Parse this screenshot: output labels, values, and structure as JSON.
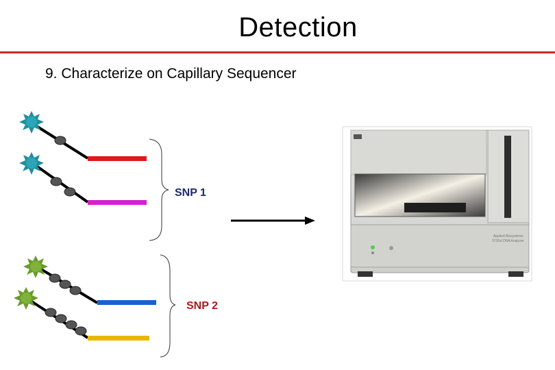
{
  "slide": {
    "title": "Detection",
    "step": "9. Characterize on Capillary Sequencer"
  },
  "groups": [
    {
      "label": "SNP 1",
      "label_color": "#1f2a6b",
      "dye_color": "#1f8fa0",
      "bar_colors": [
        "#e0181c",
        "#d61fcf"
      ]
    },
    {
      "label": "SNP 2",
      "label_color": "#b0181c",
      "dye_color": "#6a9b2a",
      "bar_colors": [
        "#1c5fd6",
        "#e8b800"
      ]
    }
  ],
  "instrument": {
    "name": "capillary-sequencer-photo",
    "brand_text": "Applied Biosystems",
    "model_text": "3730xl DNA Analyzer"
  },
  "colors": {
    "rule": "#c8282a",
    "bead": "#555555"
  }
}
